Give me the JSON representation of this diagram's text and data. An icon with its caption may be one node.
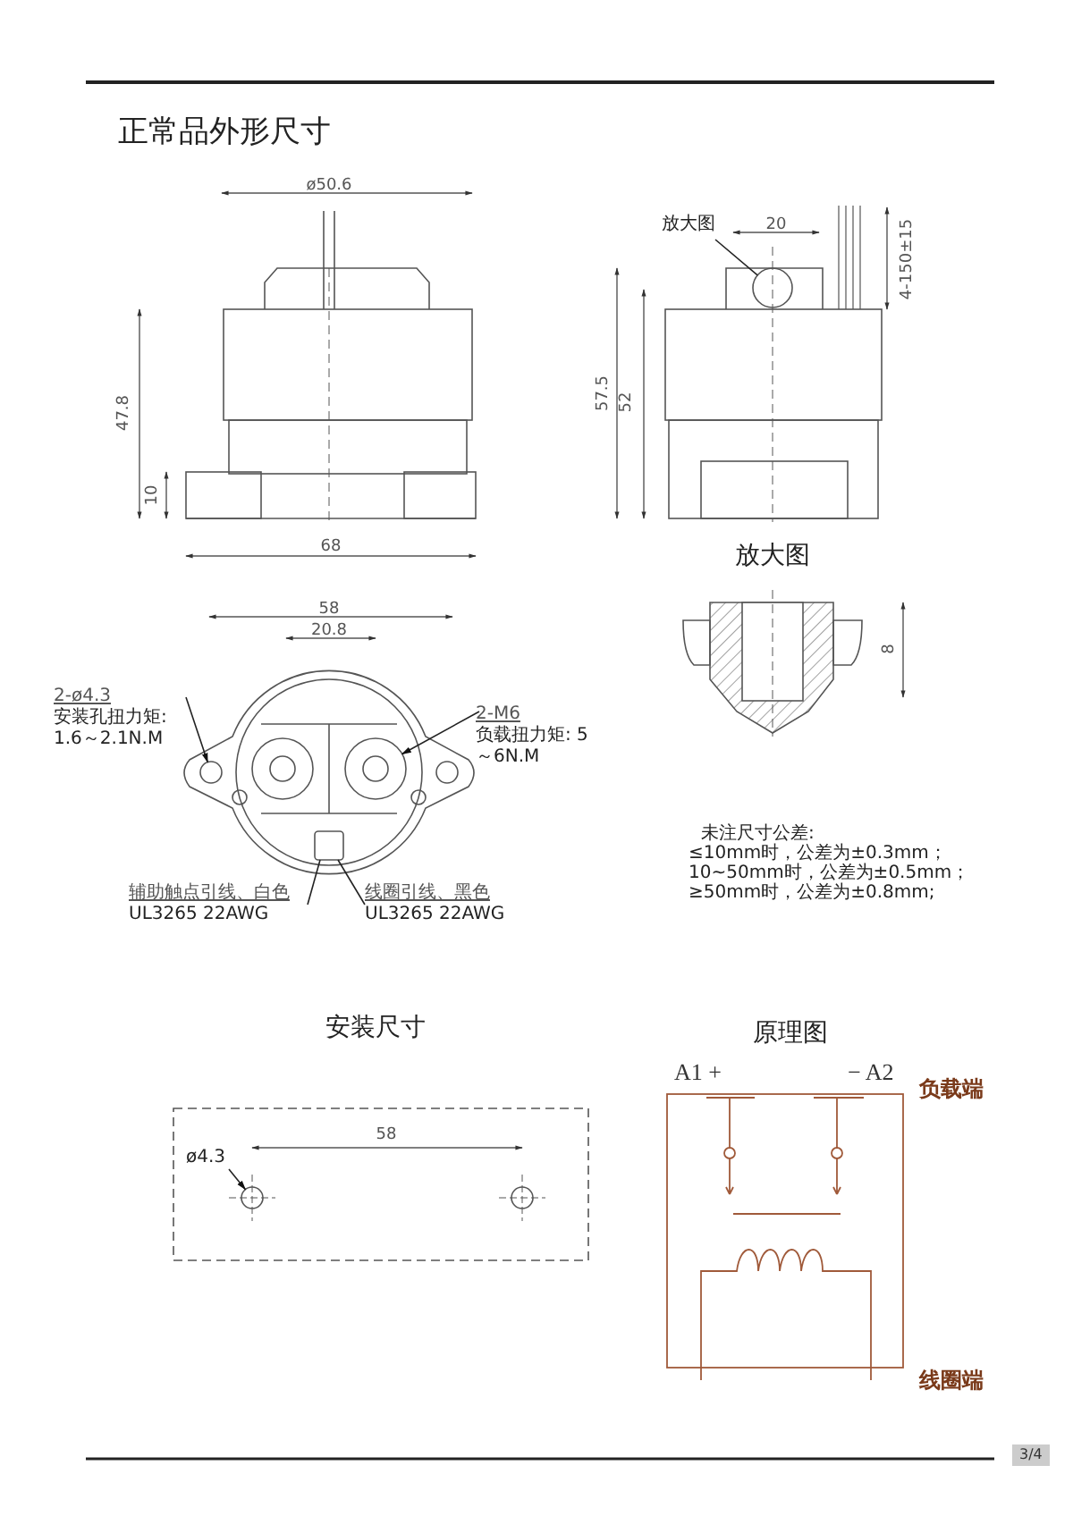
{
  "diagram": {
    "title": "正常品外形尺寸",
    "nodes": [
      {
        "text": [
          "放大图"
        ]
      },
      {
        "text": [
          "2-ø4.3",
          "安装孔扭力矩: 1.6～2.1N.M"
        ]
      },
      {
        "text": [
          "2-M6",
          "负载扭力矩: 5～6N.M"
        ]
      },
      {
        "text": [
          "辅助触点引线、白色",
          "UL3265 22AWG"
        ]
      },
      {
        "text": [
          "线圈引线、黑色",
          "UL3265 22AWG"
        ]
      },
      {
        "text": [
          "ø4.3"
        ]
      },
      {
        "text": [],
        "shape": "circle"
      },
      {
        "text": [],
        "shape": "circle"
      },
      {
        "text": [],
        "shape": "circle"
      },
      {
        "text": [],
        "shape": "box"
      },
      {
        "text": [],
        "shape": "circle"
      }
    ],
    "edges": [
      {
        "from": 0,
        "to": 6,
        "arrow": "none"
      },
      {
        "from": 1,
        "to": 7,
        "arrow": "to"
      },
      {
        "from": 2,
        "to": 8,
        "arrow": "to"
      },
      {
        "from": 3,
        "to": 9,
        "arrow": "none"
      },
      {
        "from": 4,
        "to": 9,
        "arrow": "none"
      },
      {
        "from": 5,
        "to": 10,
        "arrow": "to"
      }
    ],
    "labels": [
      "ø50.6",
      "47.8",
      "10",
      "68",
      "20",
      "4-150±15",
      "57.5",
      "52",
      "放大图",
      "8",
      "58",
      "20.8",
      "未注尺寸公差:",
      "≤10mm时，公差为±0.3mm；",
      "10~50mm时，公差为±0.5mm；",
      "≥50mm时，公差为±0.8mm;",
      "安装尺寸",
      "58",
      "原理图",
      "A1 +",
      "− A2",
      "负载端",
      "线圈端",
      "3/4"
    ]
  }
}
